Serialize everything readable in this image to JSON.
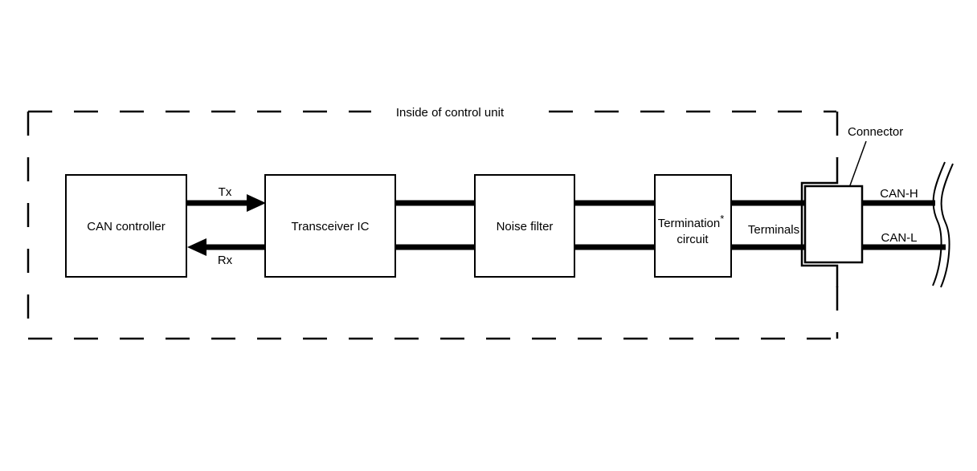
{
  "diagram": {
    "title": "Inside of control unit",
    "boxes": {
      "can_controller": "CAN controller",
      "transceiver_ic": "Transceiver IC",
      "noise_filter": "Noise filter",
      "termination_line1": "Termination",
      "termination_asterisk": "*",
      "termination_line2": "circuit"
    },
    "labels": {
      "tx": "Tx",
      "rx": "Rx",
      "terminals": "Terminals",
      "connector": "Connector",
      "can_h": "CAN-H",
      "can_l": "CAN-L"
    },
    "colors": {
      "line": "#000000",
      "background": "#ffffff"
    }
  }
}
